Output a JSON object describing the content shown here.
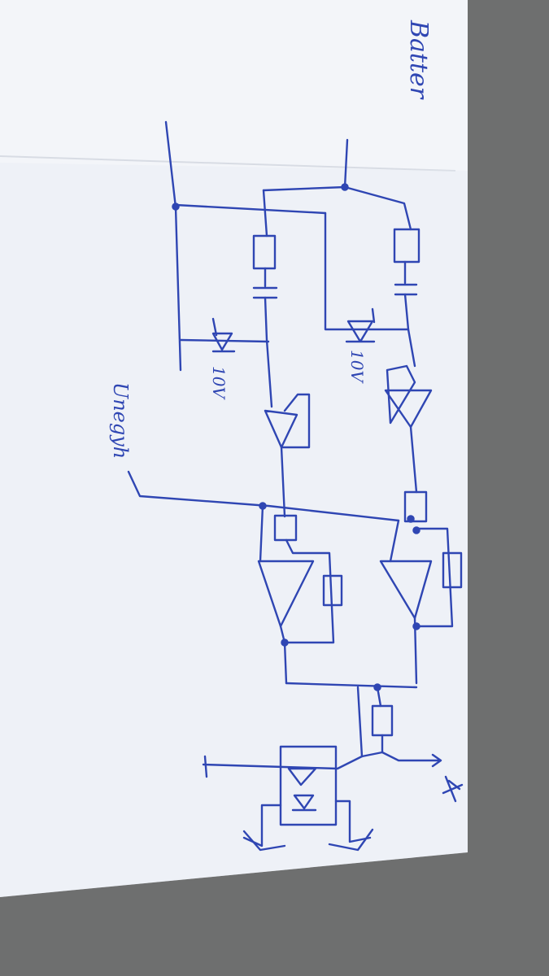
{
  "colors": {
    "ink": "#2f46b3",
    "paper": "#f3f5f9",
    "background": "#6e6f6f"
  },
  "labels": {
    "top_left_scribble": "Batter",
    "zener_left": "10V",
    "zener_right": "10V",
    "input_label": "Unegyh"
  }
}
